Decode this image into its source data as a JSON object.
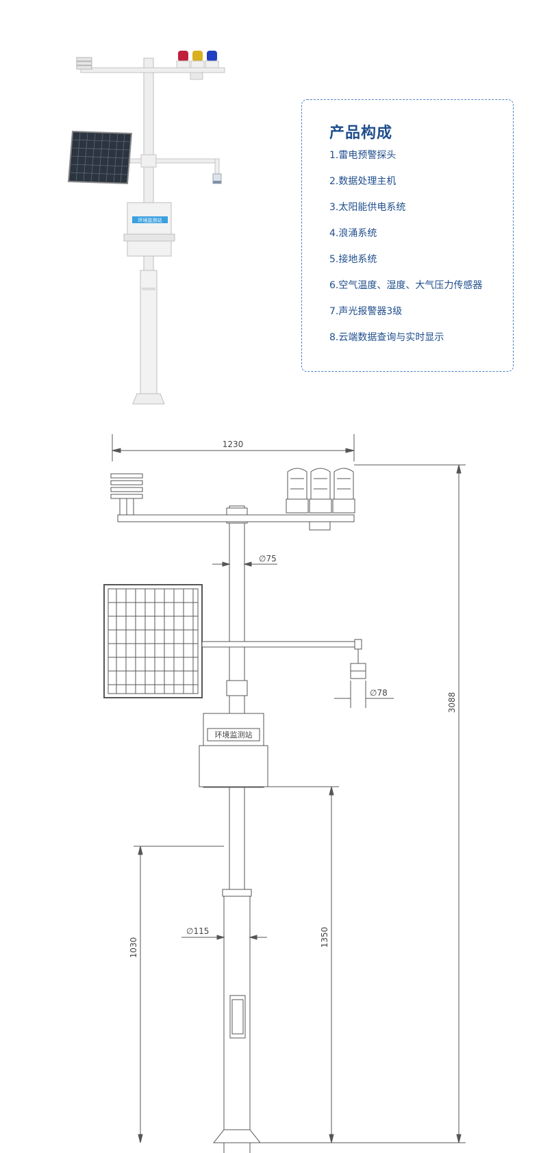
{
  "components": {
    "title": "产品构成",
    "items": [
      "1.雷电预警探头",
      "2.数据处理主机",
      "3.太阳能供电系统",
      "4.浪涌系统",
      "5.接地系统",
      "6.空气温度、湿度、大气压力传感器",
      "7.声光报警器3级",
      "8.云端数据查询与实时显示"
    ]
  },
  "station_label": "环境监测站",
  "dimensions": {
    "total_width": "1230",
    "total_height": "3088",
    "pole_diameter": "75",
    "sensor_diameter": "78",
    "base_diameter": "115",
    "lower_height": "1030",
    "box_height": "1350",
    "diameter_symbol": "∅"
  },
  "colors": {
    "accent": "#1f4e8c",
    "dashed_border": "#4a7fc0",
    "label_bg": "#3aa0e0",
    "beacon_red": "#c0203a",
    "beacon_yellow": "#d8b020",
    "beacon_blue": "#2040c0"
  }
}
